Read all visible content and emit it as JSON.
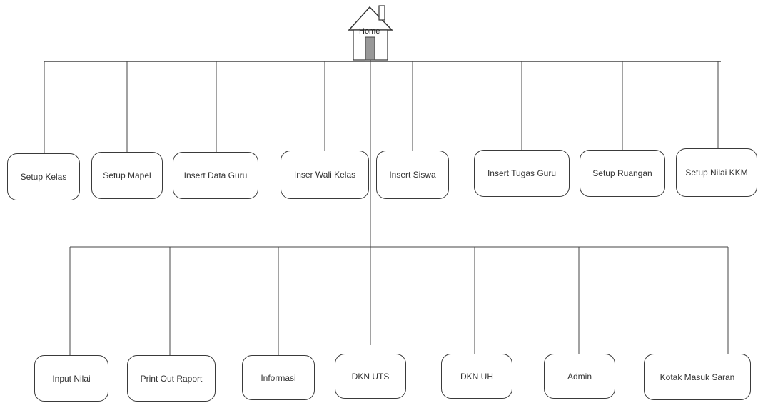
{
  "home": {
    "label": "Home"
  },
  "menu_row_1": [
    {
      "label": "Setup Kelas"
    },
    {
      "label": "Setup Mapel"
    },
    {
      "label": "Insert Data Guru"
    },
    {
      "label": "Inser Wali Kelas"
    },
    {
      "label": "Insert Siswa"
    },
    {
      "label": "Insert Tugas Guru"
    },
    {
      "label": "Setup Ruangan"
    },
    {
      "label": "Setup Nilai KKM"
    }
  ],
  "menu_row_2": [
    {
      "label": "Input Nilai"
    },
    {
      "label": "Print Out Raport"
    },
    {
      "label": "Informasi"
    },
    {
      "label": "DKN UTS"
    },
    {
      "label": "DKN UH"
    },
    {
      "label": "Admin"
    },
    {
      "label": "Kotak Masuk Saran"
    }
  ]
}
